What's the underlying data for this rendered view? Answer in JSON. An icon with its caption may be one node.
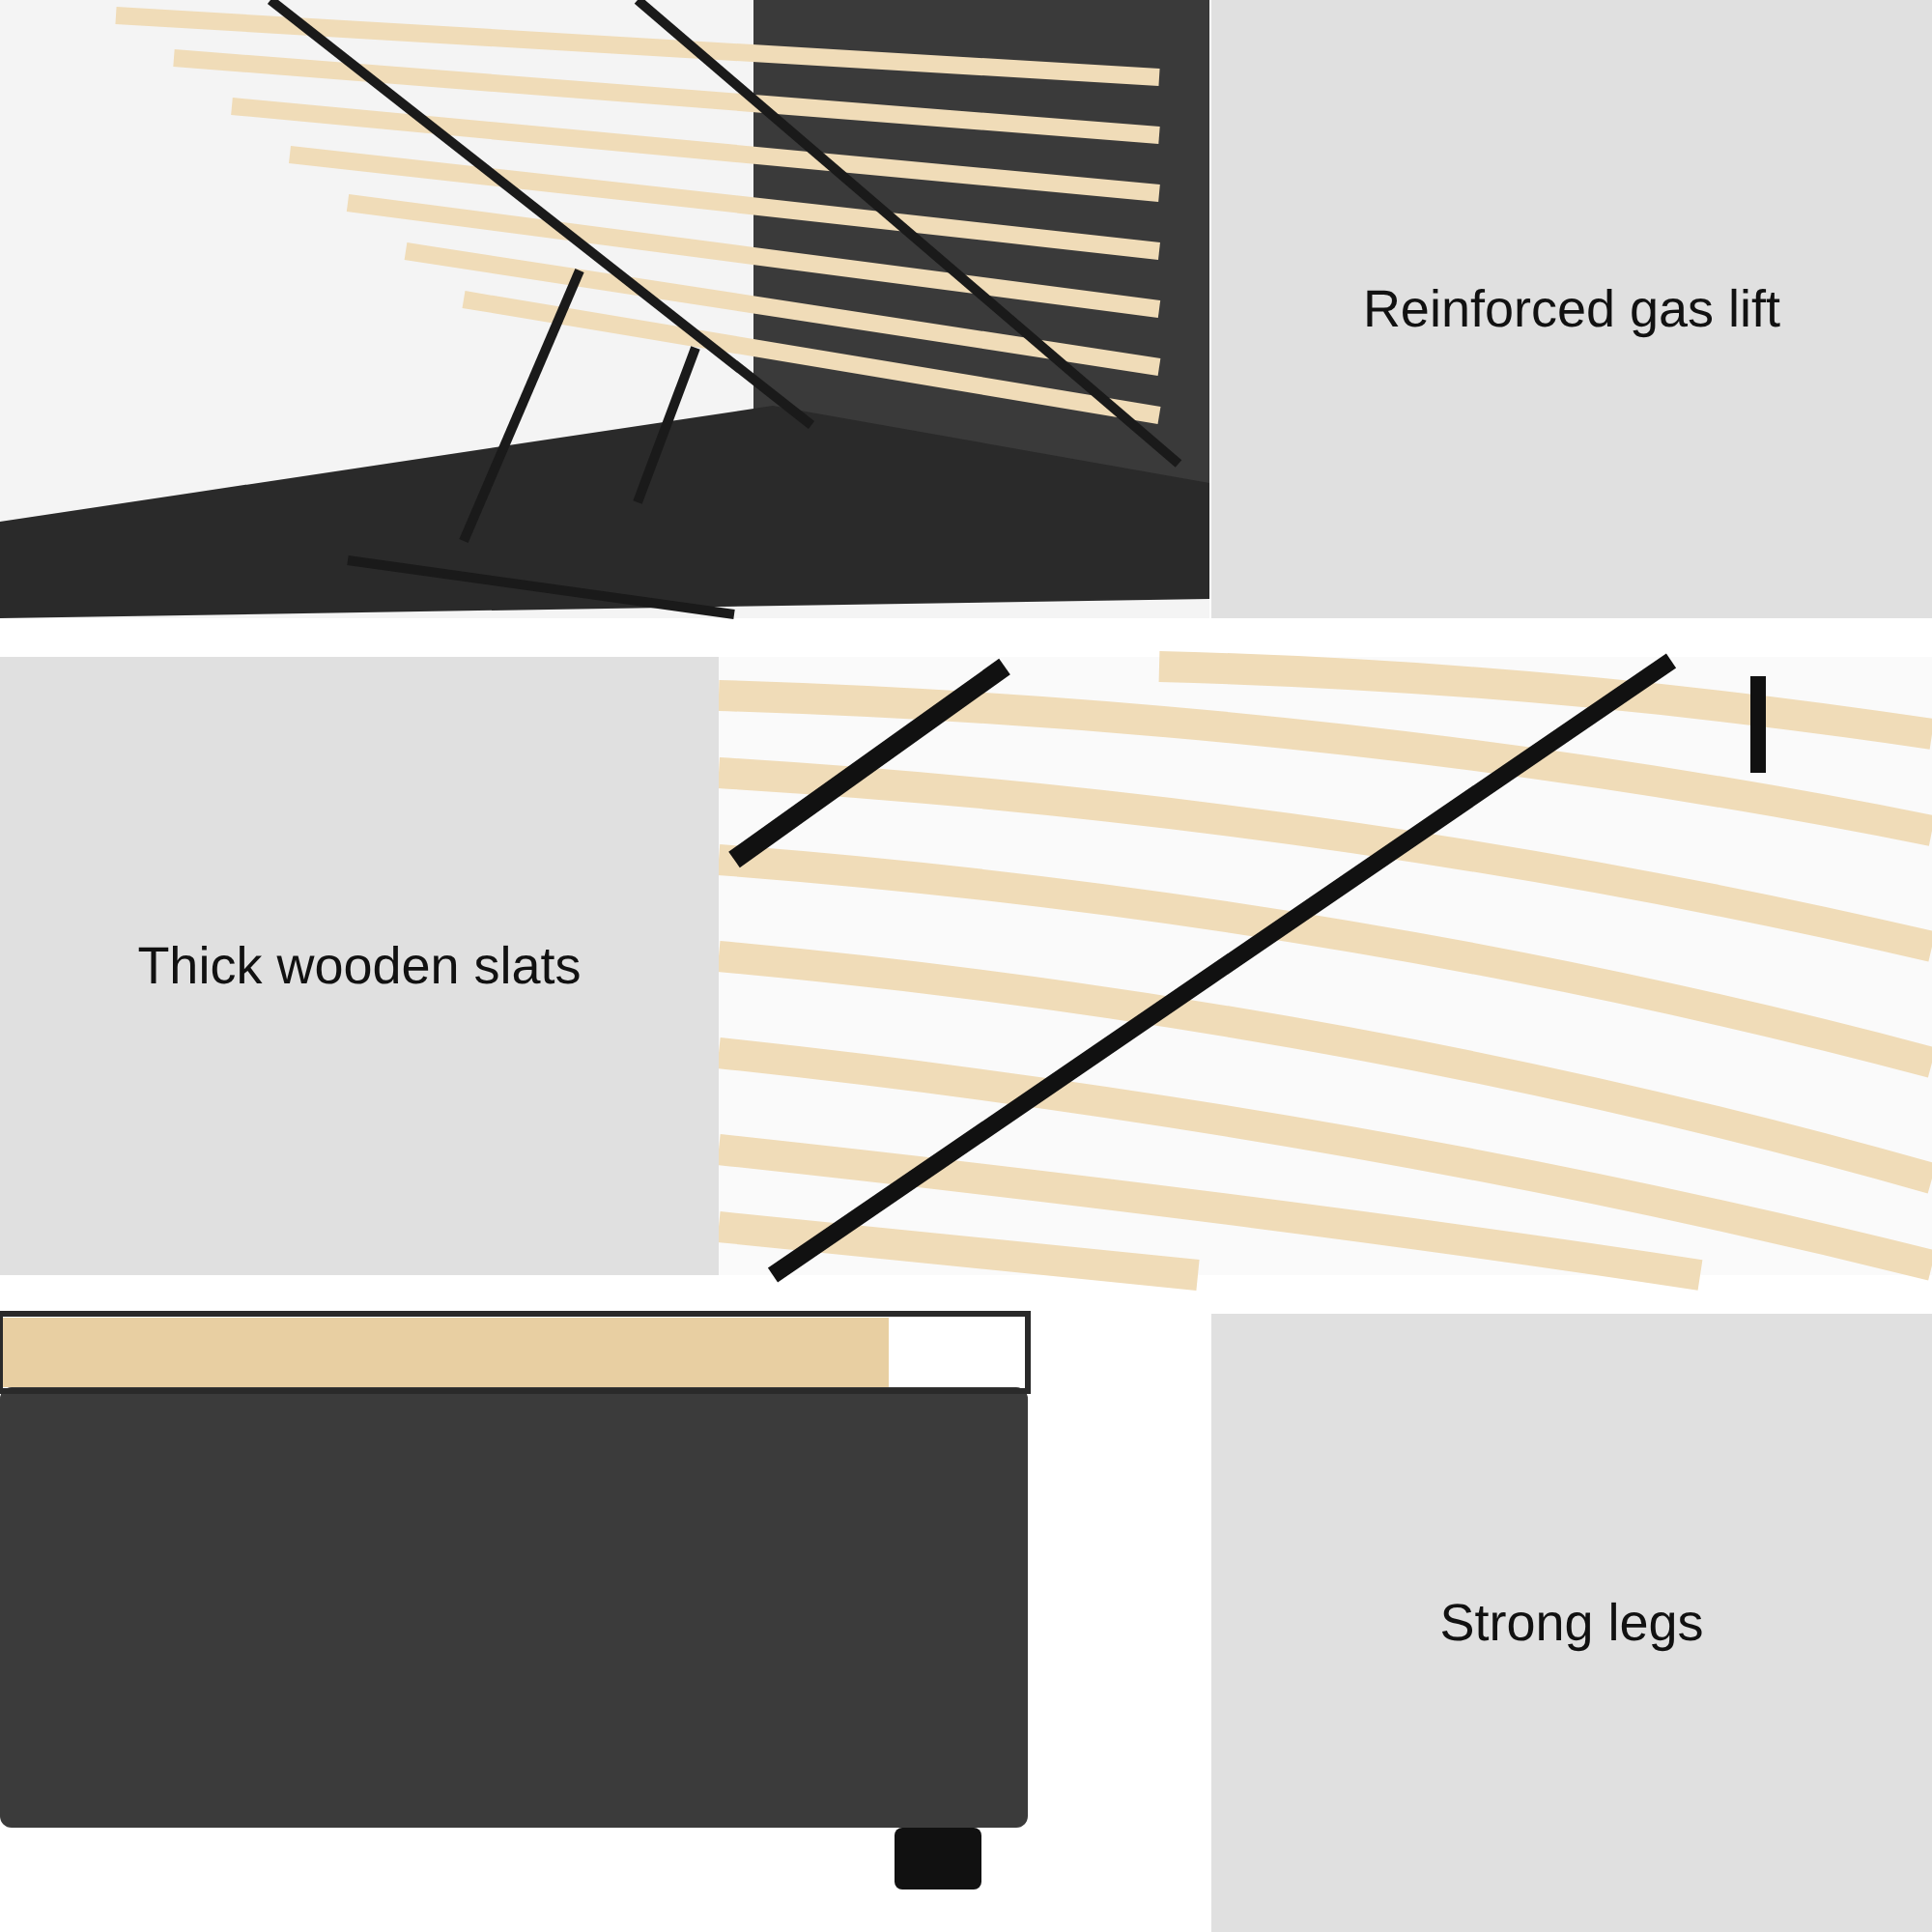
{
  "diagram": {
    "nodes": [
      {
        "text": [
          "Reinforced gas lift"
        ]
      },
      {
        "text": [
          "Thick wooden slats"
        ]
      },
      {
        "text": [
          "Strong legs"
        ]
      }
    ]
  }
}
